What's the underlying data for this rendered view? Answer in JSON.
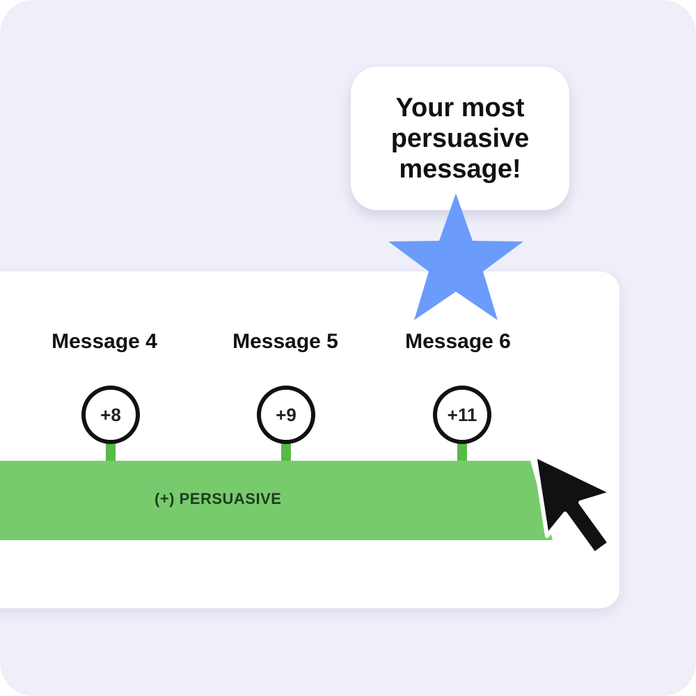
{
  "callout": {
    "text": "Your most persuasive message!"
  },
  "messages": [
    {
      "label": "Message 4",
      "score": "+8"
    },
    {
      "label": "Message 5",
      "score": "+9"
    },
    {
      "label": "Message 6",
      "score": "+11"
    }
  ],
  "band": {
    "label": "(+) PERSUASIVE",
    "color": "#78cb6c"
  },
  "colors": {
    "background": "#efeffa",
    "star": "#6b9cfb",
    "stem": "#56bb45",
    "ring": "#111111"
  },
  "icons": {
    "highlight": "star-icon",
    "pointer": "mouse-cursor-icon"
  }
}
